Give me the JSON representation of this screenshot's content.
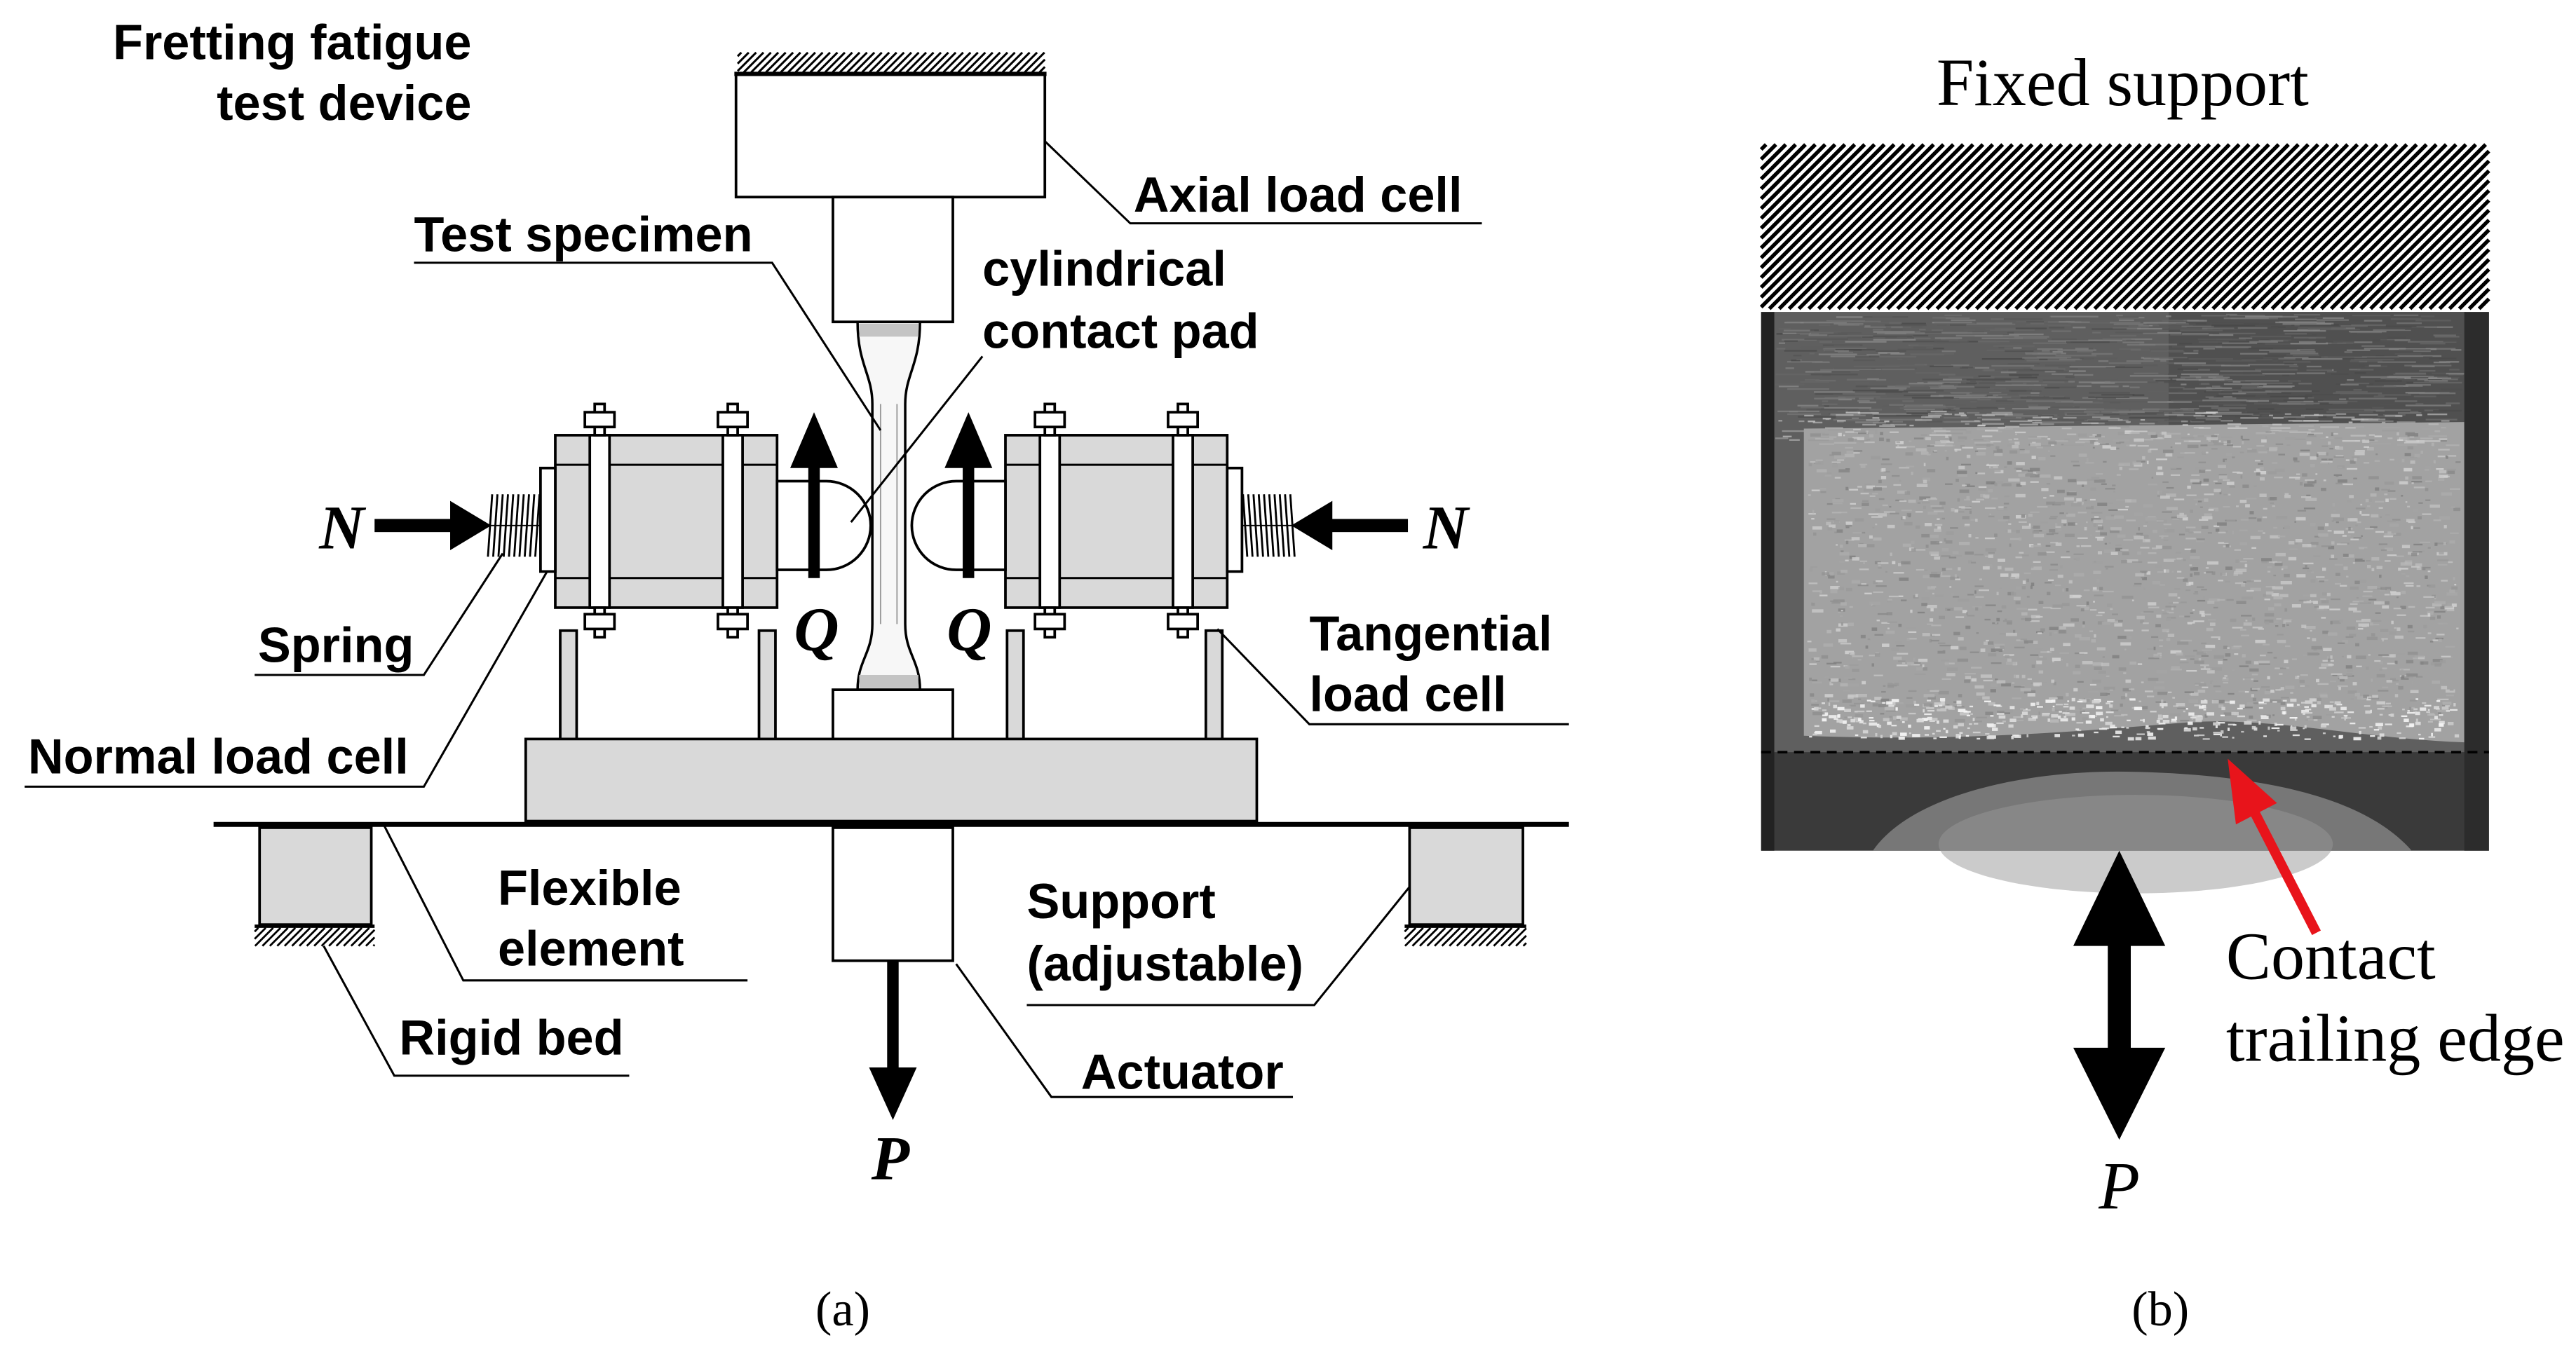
{
  "panel_a": {
    "title_line1": "Fretting fatigue",
    "title_line2": "test device",
    "axial_load_cell": "Axial load cell",
    "test_specimen": "Test specimen",
    "contact_pad_line1": "cylindrical",
    "contact_pad_line2": "contact pad",
    "spring": "Spring",
    "normal_load_cell": "Normal load cell",
    "tangential_load_cell_line1": "Tangential",
    "tangential_load_cell_line2": "load cell",
    "flexible_element_line1": "Flexible",
    "flexible_element_line2": "element",
    "rigid_bed": "Rigid bed",
    "support_line1": "Support",
    "support_line2": "(adjustable)",
    "actuator": "Actuator",
    "normal_force_symbol": "N",
    "tangential_force_symbol": "Q",
    "axial_load_symbol": "P",
    "caption": "(a)"
  },
  "panel_b": {
    "fixed_support": "Fixed support",
    "contact_trailing_edge_line1": "Contact",
    "contact_trailing_edge_line2": "trailing edge",
    "axial_load_symbol": "P",
    "caption": "(b)",
    "trailing_edge_arrow_color": "#e8141b"
  }
}
